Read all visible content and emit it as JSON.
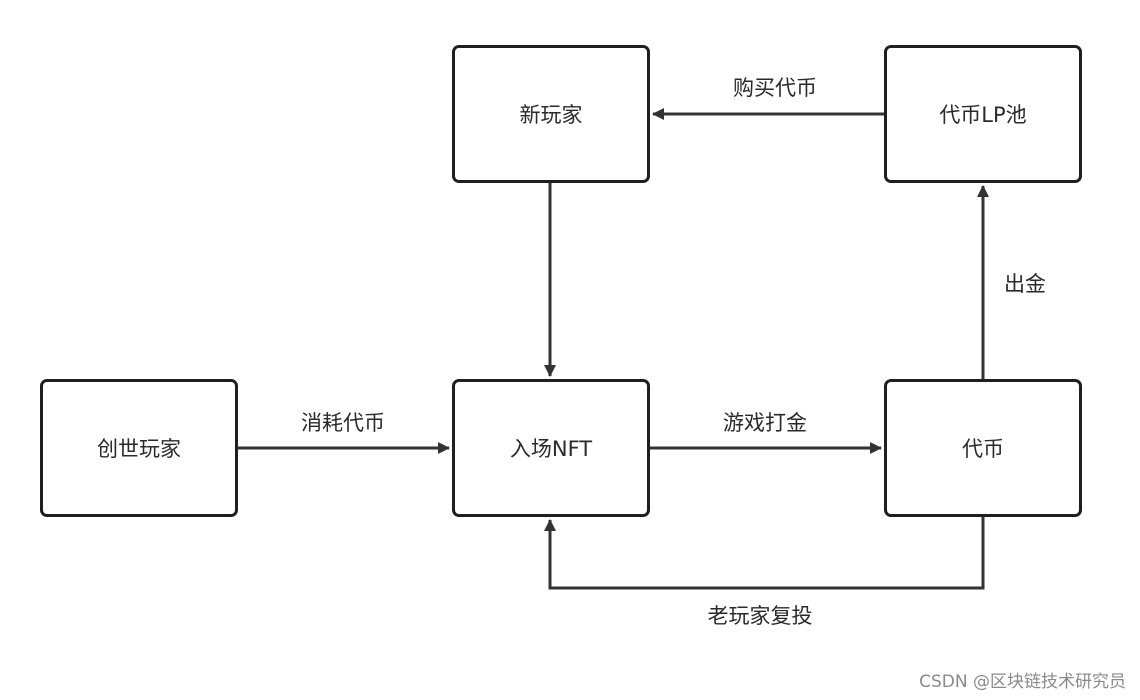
{
  "nodes": {
    "new_player": "新玩家",
    "lp_pool": "代币LP池",
    "genesis_player": "创世玩家",
    "entry_nft": "入场NFT",
    "token": "代币"
  },
  "edges": {
    "buy_token": "购买代币",
    "withdraw": "出金",
    "consume_token": "消耗代币",
    "play_to_earn": "游戏打金",
    "old_player_reinvest": "老玩家复投"
  },
  "watermark": "CSDN @区块链技术研究员",
  "colors": {
    "line": "#333333",
    "border": "#1f1f1f",
    "text": "#2a2a2a",
    "watermark": "#8a8a8a"
  }
}
